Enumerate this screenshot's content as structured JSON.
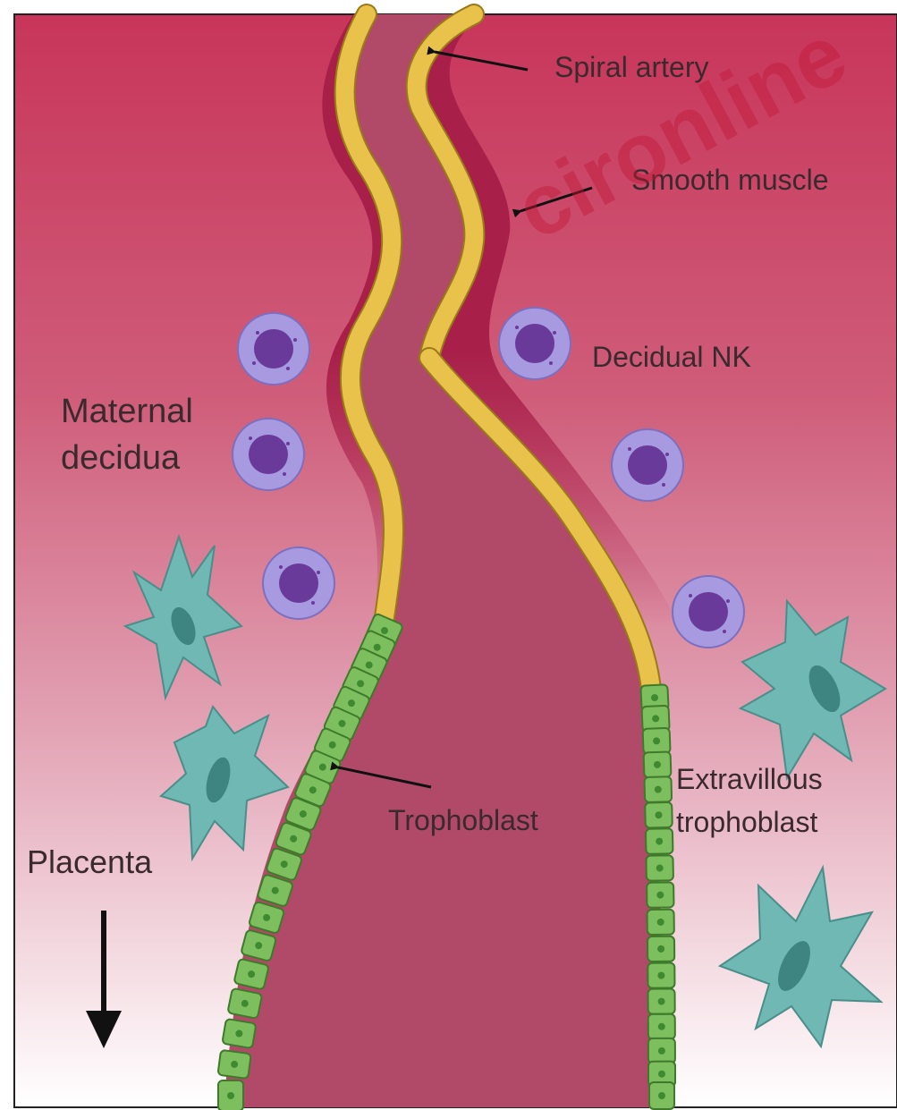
{
  "labels": {
    "spiral_artery": "Spiral artery",
    "smooth_muscle": "Smooth muscle",
    "decidual_nk": "Decidual NK",
    "maternal_line1": "Maternal",
    "maternal_line2": "decidua",
    "trophoblast": "Trophoblast",
    "extravillous_line1": "Extravillous",
    "extravillous_line2": "trophoblast",
    "placenta": "Placenta"
  },
  "watermark": "cironline",
  "colors": {
    "decidua_top": "#c8355a",
    "decidua_bottom": "#ffffff",
    "vessel_lumen": "#b04a68",
    "smooth_muscle": "#a8204a",
    "endothelium": "#e8c24a",
    "endothelium_stroke": "#9a7a18",
    "nk_cell": "#a79ae0",
    "nk_nucleus": "#6a3a9a",
    "trophoblast": "#7dbf5e",
    "trophoblast_nucleus": "#3f8a30",
    "evt_cell": "#6fb8b4",
    "evt_nucleus": "#3e8480",
    "watermark": "#c01838"
  },
  "icons": [
    "down-arrow-icon",
    "pointer-arrow-icon"
  ]
}
